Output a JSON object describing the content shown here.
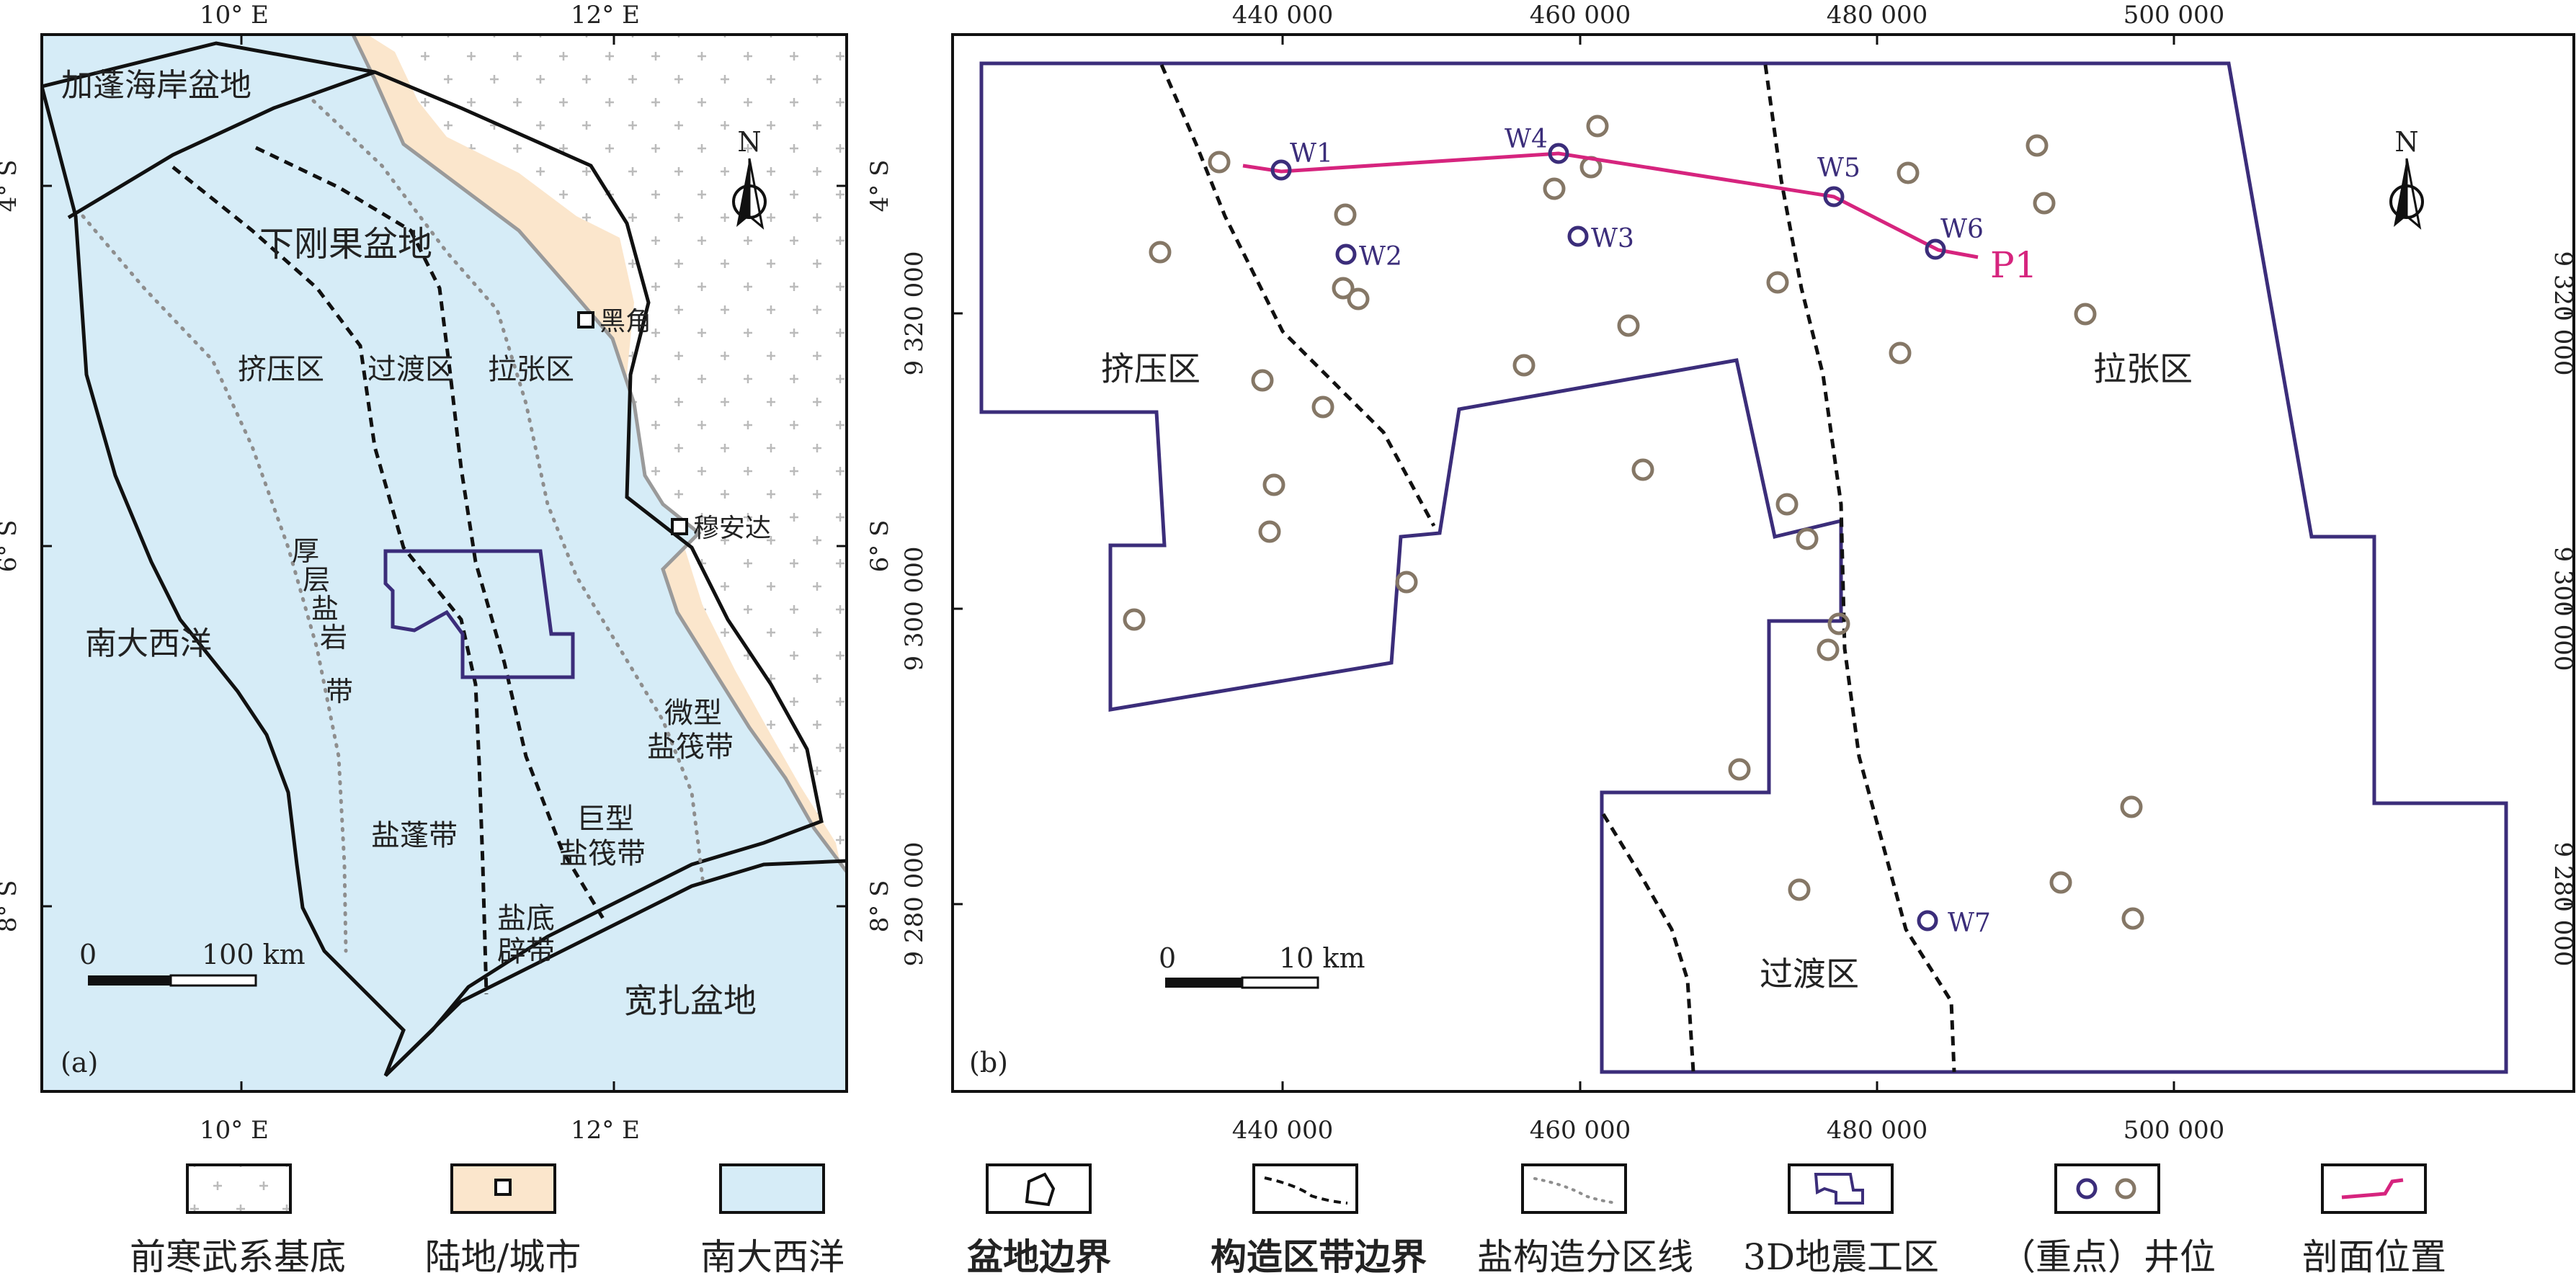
{
  "colors": {
    "ocean": "#d6ecf7",
    "land": "#fbe6cc",
    "survey": "#3b2d7a",
    "profile": "#d6247e",
    "well": "#857766",
    "coast_gray": "#9a9a9a"
  },
  "map_a": {
    "panel_label": "(a)",
    "top_ticks": [
      "10° E",
      "12° E"
    ],
    "bottom_ticks": [
      "10° E",
      "12° E"
    ],
    "left_ticks": [
      "4° S",
      "6° S",
      "8° S"
    ],
    "right_ticks": [
      "4° S",
      "6° S",
      "8° S"
    ],
    "labels": {
      "gabon": "加蓬海岸盆地",
      "lower_congo": "下刚果盆地",
      "comp": "挤压区",
      "trans": "过渡区",
      "ext": "拉张区",
      "south_atlantic": "南大西洋",
      "thick_salt": [
        "厚",
        "层",
        "盐",
        "岩",
        "带"
      ],
      "micro_raft": [
        "微型",
        "盐筏带"
      ],
      "giant_raft": [
        "巨型",
        "盐筏带"
      ],
      "canopy": "盐蓬带",
      "diapir": [
        "盐底",
        "辟带"
      ],
      "kwanza": "宽扎盆地",
      "heijiao": "黑角",
      "muanda": "穆安达"
    },
    "north": "N",
    "scale": {
      "zero": "0",
      "len": "100 km"
    }
  },
  "map_b": {
    "panel_label": "(b)",
    "top_ticks": [
      "440 000",
      "460 000",
      "480 000",
      "500 000"
    ],
    "bottom_ticks": [
      "440 000",
      "460 000",
      "480 000",
      "500 000"
    ],
    "left_ticks": [
      "9 320 000",
      "9 300 000",
      "9 280 000"
    ],
    "right_ticks": [
      "9 320 000",
      "9 300 000",
      "9 280 000"
    ],
    "labels": {
      "comp": "挤压区",
      "ext": "拉张区",
      "trans": "过渡区",
      "profile": "P1"
    },
    "key_wells": [
      "W1",
      "W2",
      "W3",
      "W4",
      "W5",
      "W6",
      "W7"
    ],
    "north": "N",
    "scale": {
      "zero": "0",
      "len": "10 km"
    }
  },
  "legend": [
    {
      "key": "basement",
      "label": "前寒武系基底"
    },
    {
      "key": "land",
      "label": "陆地/城市"
    },
    {
      "key": "ocean",
      "label": "南大西洋"
    },
    {
      "key": "basin",
      "label": "盆地边界"
    },
    {
      "key": "tect",
      "label": "构造区带边界"
    },
    {
      "key": "salt",
      "label": "盐构造分区线"
    },
    {
      "key": "survey",
      "label": "3D地震工区"
    },
    {
      "key": "wells",
      "label": "（重点）井位"
    },
    {
      "key": "profile",
      "label": "剖面位置"
    }
  ]
}
